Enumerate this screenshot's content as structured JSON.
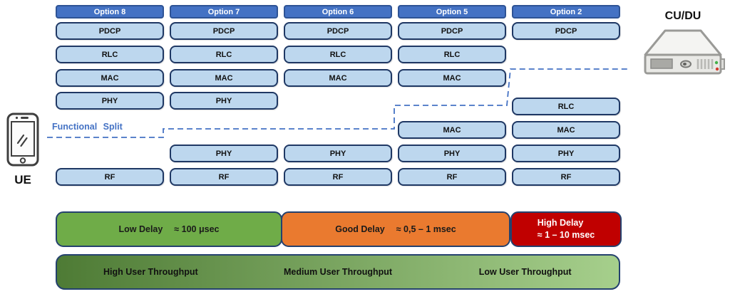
{
  "diagram": {
    "ue_label": "UE",
    "cudu_label": "CU/DU",
    "functional_split_label": "Functional Split",
    "columns": [
      {
        "header": "Option 8",
        "boxes": [
          {
            "label": "PDCP",
            "row": "r1"
          },
          {
            "label": "RLC",
            "row": "r2"
          },
          {
            "label": "MAC",
            "row": "r3"
          },
          {
            "label": "PHY",
            "row": "r4"
          },
          {
            "label": "RF",
            "row": "r8"
          }
        ]
      },
      {
        "header": "Option 7",
        "boxes": [
          {
            "label": "PDCP",
            "row": "r1"
          },
          {
            "label": "RLC",
            "row": "r2"
          },
          {
            "label": "MAC",
            "row": "r3"
          },
          {
            "label": "PHY",
            "row": "r4"
          },
          {
            "label": "PHY",
            "row": "r7"
          },
          {
            "label": "RF",
            "row": "r8"
          }
        ]
      },
      {
        "header": "Option 6",
        "boxes": [
          {
            "label": "PDCP",
            "row": "r1"
          },
          {
            "label": "RLC",
            "row": "r2"
          },
          {
            "label": "MAC",
            "row": "r3"
          },
          {
            "label": "PHY",
            "row": "r7"
          },
          {
            "label": "RF",
            "row": "r8"
          }
        ]
      },
      {
        "header": "Option 5",
        "boxes": [
          {
            "label": "PDCP",
            "row": "r1"
          },
          {
            "label": "RLC",
            "row": "r2"
          },
          {
            "label": "MAC",
            "row": "r3"
          },
          {
            "label": "MAC",
            "row": "r6"
          },
          {
            "label": "PHY",
            "row": "r7"
          },
          {
            "label": "RF",
            "row": "r8"
          }
        ]
      },
      {
        "header": "Option 2",
        "boxes": [
          {
            "label": "PDCP",
            "row": "r1"
          },
          {
            "label": "RLC",
            "row": "r5"
          },
          {
            "label": "MAC",
            "row": "r6"
          },
          {
            "label": "PHY",
            "row": "r7"
          },
          {
            "label": "RF",
            "row": "r8"
          }
        ]
      }
    ]
  },
  "legend": {
    "delay_segments": [
      {
        "name": "low-delay-segment",
        "lines": [
          "Low Delay  ≈ 100 μsec"
        ],
        "color": "#6FAC48",
        "text_color": "#1a1a1a"
      },
      {
        "name": "good-delay-segment",
        "lines": [
          "Good Delay  ≈ 0,5 – 1 msec"
        ],
        "color": "#EA7A2F",
        "text_color": "#1a1a1a"
      },
      {
        "name": "high-delay-segment",
        "lines": [
          "High Delay",
          "≈ 1 – 10 msec"
        ],
        "color": "#C00000",
        "text_color": "#ffffff"
      }
    ],
    "throughput_labels": [
      "High User Throughput",
      "Medium User Throughput",
      "Low User Throughput"
    ]
  },
  "colors": {
    "header_fill": "#4472C4",
    "header_border": "#2E5395",
    "box_fill": "#BDD7EE",
    "box_border": "#1F3864",
    "split_line": "#4472C4",
    "delay_green": "#6FAC48",
    "delay_orange": "#EA7A2F",
    "delay_red": "#C00000",
    "throughput_gradient_from": "#4E7B35",
    "throughput_gradient_to": "#A6CF8C",
    "bar_border": "#24416E"
  }
}
